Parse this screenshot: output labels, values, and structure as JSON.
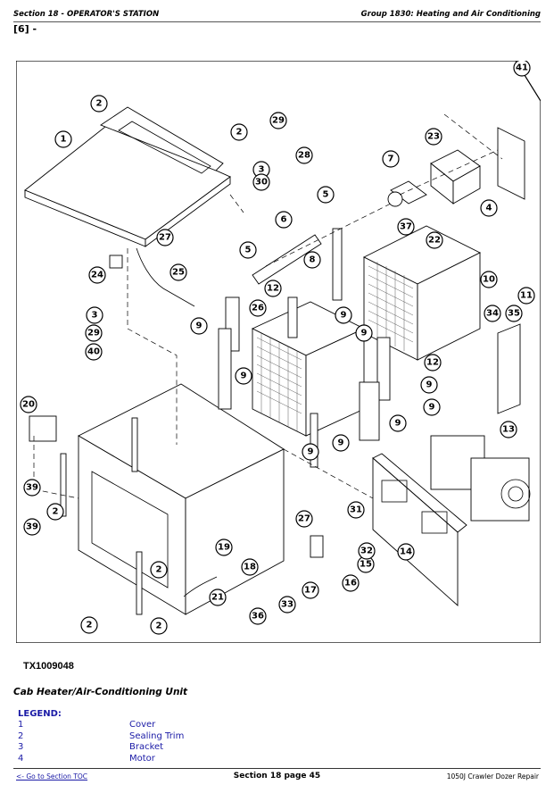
{
  "header": {
    "section": "Section 18 - OPERATOR'S STATION",
    "group": "Group 1830: Heating and Air Conditioning"
  },
  "figure": {
    "number_label": "[6] -",
    "id": "TX1009048",
    "caption": "Cab Heater/Air-Conditioning Unit",
    "callouts": [
      "1",
      "2",
      "2",
      "2",
      "2",
      "2",
      "2",
      "3",
      "3",
      "4",
      "5",
      "5",
      "6",
      "7",
      "8",
      "9",
      "9",
      "9",
      "9",
      "9",
      "9",
      "9",
      "9",
      "9",
      "10",
      "11",
      "12",
      "12",
      "13",
      "14",
      "15",
      "16",
      "17",
      "18",
      "19",
      "20",
      "21",
      "22",
      "23",
      "24",
      "25",
      "26",
      "27",
      "27",
      "28",
      "29",
      "29",
      "30",
      "31",
      "32",
      "33",
      "34",
      "35",
      "36",
      "37",
      "39",
      "39",
      "40",
      "41"
    ]
  },
  "legend": {
    "title": "LEGEND:",
    "items": [
      {
        "num": "1",
        "desc": "Cover"
      },
      {
        "num": "2",
        "desc": "Sealing Trim"
      },
      {
        "num": "3",
        "desc": "Bracket"
      },
      {
        "num": "4",
        "desc": "Motor"
      }
    ]
  },
  "footer": {
    "toc_link": "<- Go to Section TOC",
    "page": "Section 18 page 45",
    "manual": "1050J Crawler Dozer Repair"
  }
}
